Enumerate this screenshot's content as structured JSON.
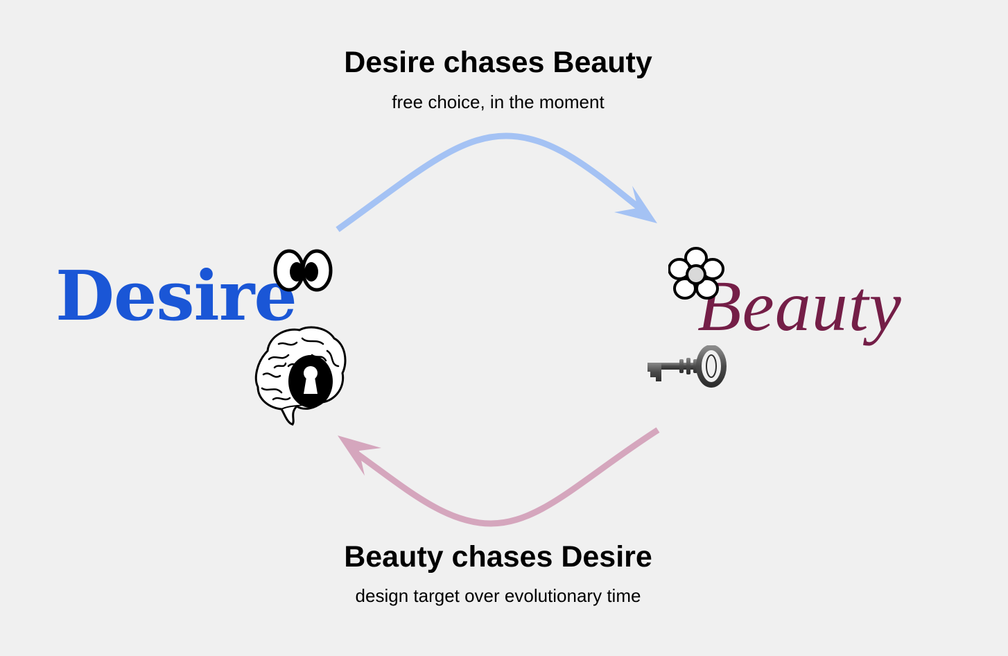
{
  "top_label": {
    "title": "Desire chases Beauty",
    "subtitle": "free choice, in the moment"
  },
  "bottom_label": {
    "title": "Beauty chases Desire",
    "subtitle": "design target over evolutionary time"
  },
  "nodes": {
    "desire": {
      "label": "Desire",
      "color": "#1a56d6",
      "icons": [
        "eyes-icon",
        "brain-icon",
        "keyhole-icon"
      ]
    },
    "beauty": {
      "label": "Beauty",
      "color": "#741e47",
      "icons": [
        "flower-icon",
        "key-icon"
      ]
    }
  },
  "arrows": {
    "desire_to_beauty": {
      "color": "#a4c2f4"
    },
    "beauty_to_desire": {
      "color": "#d5a6bd"
    }
  }
}
